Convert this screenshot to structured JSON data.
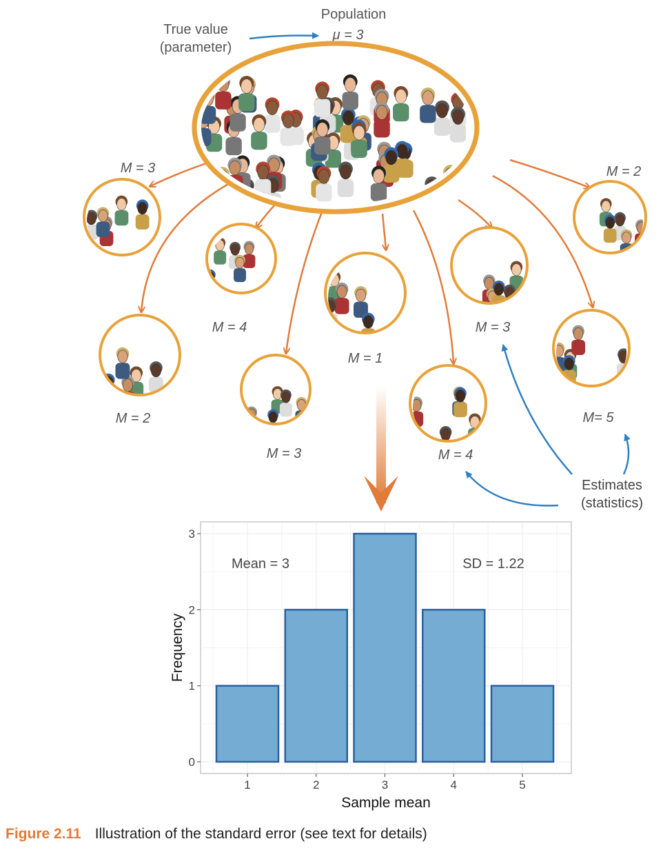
{
  "population": {
    "title": "Population",
    "parameter": "μ = 3",
    "true_value_line1": "True value",
    "true_value_line2": "(parameter)"
  },
  "samples": [
    {
      "label": "M = 3"
    },
    {
      "label": "M = 4"
    },
    {
      "label": "M = 2"
    },
    {
      "label": "M = 1"
    },
    {
      "label": "M = 3"
    },
    {
      "label": "M = 3"
    },
    {
      "label": "M = 2"
    },
    {
      "label": "M = 4"
    },
    {
      "label": "M= 5"
    }
  ],
  "estimates": {
    "line1": "Estimates",
    "line2": "(statistics)"
  },
  "colors": {
    "orange": "#e8a23a",
    "arrow_orange": "#e07b39",
    "blue": "#2f7fc1",
    "bar_fill": "#74acd3",
    "bar_edge": "#2b5f9e"
  },
  "chart_data": {
    "type": "bar",
    "categories": [
      "1",
      "2",
      "3",
      "4",
      "5"
    ],
    "values": [
      1,
      2,
      3,
      2,
      1
    ],
    "xlabel": "Sample mean",
    "ylabel": "Frequency",
    "ylim": [
      0,
      3
    ],
    "yticks": [
      "0",
      "1",
      "2",
      "3"
    ],
    "grid": true,
    "annotations": [
      "Mean = 3",
      "SD = 1.22"
    ]
  },
  "caption": {
    "figure": "Figure 2.11",
    "text": "Illustration of the standard error (see text for details)"
  }
}
